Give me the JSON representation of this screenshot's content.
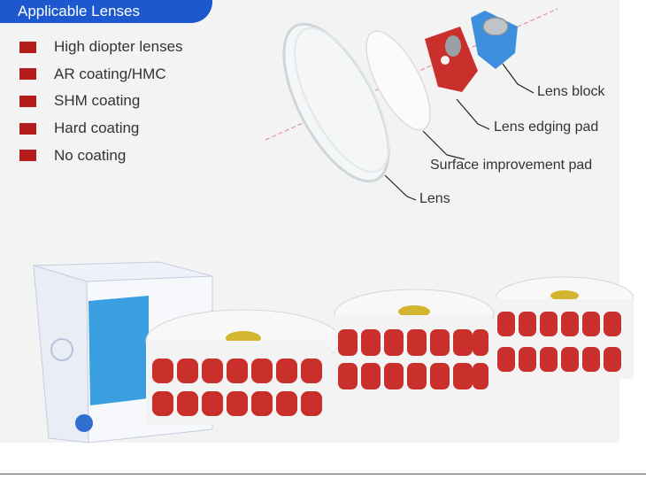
{
  "header": {
    "title": "Applicable Lenses"
  },
  "lens_types": [
    {
      "label": "High diopter lenses"
    },
    {
      "label": "AR coating/HMC"
    },
    {
      "label": "SHM coating"
    },
    {
      "label": "Hard coating"
    },
    {
      "label": "No coating"
    }
  ],
  "diagram": {
    "callouts": {
      "lens_block": "Lens block",
      "edging_pad": "Lens edging pad",
      "surface_pad": "Surface improvement pad",
      "lens": "Lens"
    }
  },
  "colors": {
    "accent": "#1d58cf",
    "swatch": "#b51d1d",
    "pad_red": "#c9302c",
    "block_blue": "#3b8fdd"
  }
}
